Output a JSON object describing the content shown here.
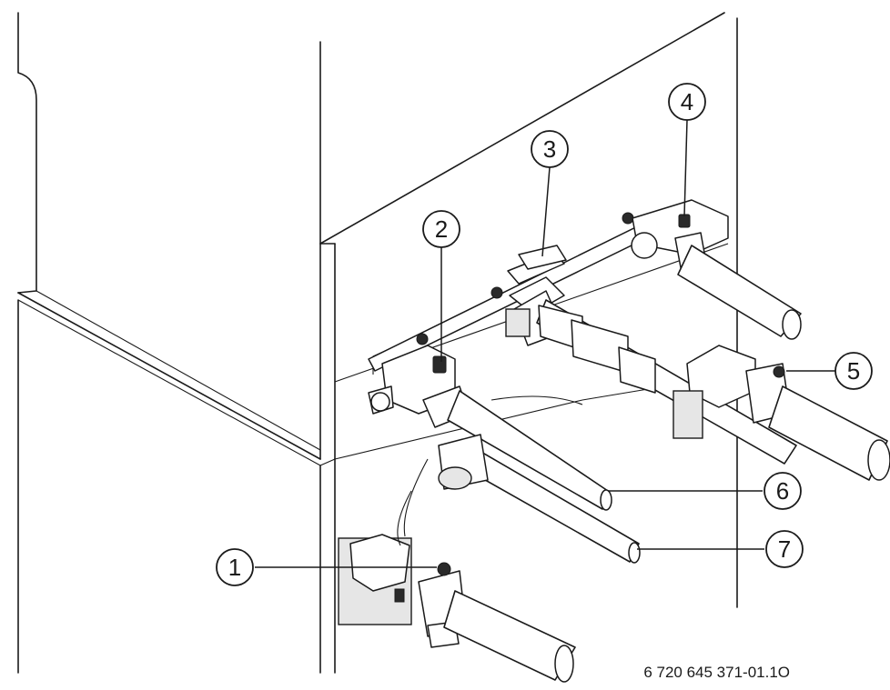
{
  "callouts": [
    {
      "id": "1",
      "label": "1"
    },
    {
      "id": "2",
      "label": "2"
    },
    {
      "id": "3",
      "label": "3"
    },
    {
      "id": "4",
      "label": "4"
    },
    {
      "id": "5",
      "label": "5"
    },
    {
      "id": "6",
      "label": "6"
    },
    {
      "id": "7",
      "label": "7"
    }
  ],
  "figure_id": "6 720 645 371-01.1O"
}
